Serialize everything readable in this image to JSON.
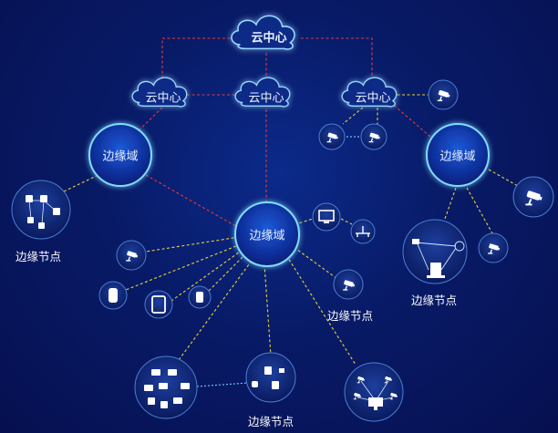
{
  "cloud_center_label": "云中心",
  "edge_domain_label": "边缘域",
  "edge_node_label": "边缘节点",
  "colors": {
    "background": "#081a66",
    "red_link": "#e23a3a",
    "yellow_link": "#e8d23a",
    "cyan_link": "#7fe6ff",
    "node_glow": "#3cc8ff"
  },
  "icons": [
    "cloud-icon",
    "camera-icon",
    "monitor-icon",
    "router-icon",
    "watch-icon",
    "tablet-icon",
    "laptop-icon",
    "server-icon",
    "phone-icon"
  ]
}
